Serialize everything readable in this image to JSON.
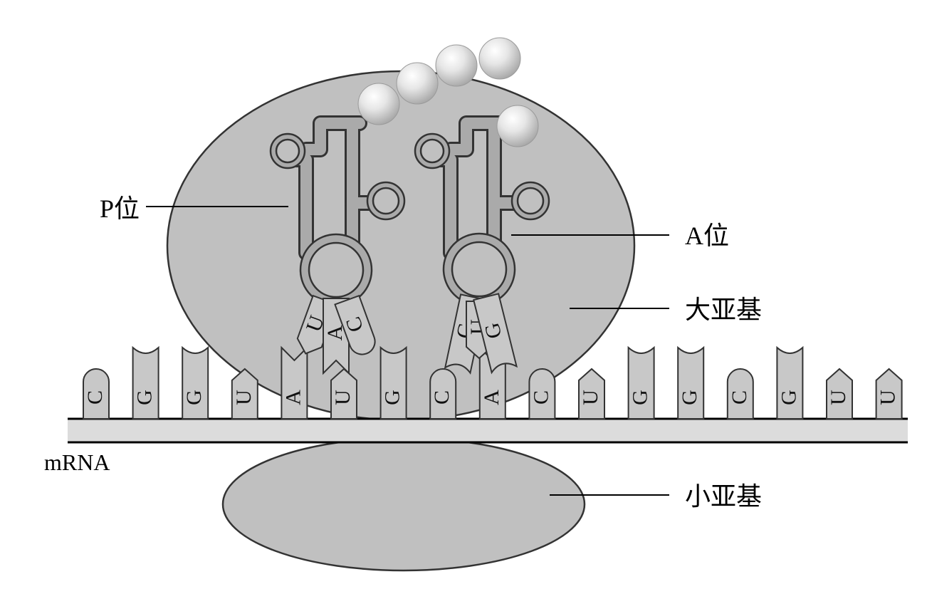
{
  "labels": {
    "p_site": "P位",
    "a_site": "A位",
    "large_subunit": "大亚基",
    "small_subunit": "小亚基",
    "mrna": "mRNA"
  },
  "mrna_bases": [
    "C",
    "G",
    "G",
    "U",
    "A",
    "U",
    "G",
    "C",
    "A",
    "C",
    "U",
    "G",
    "G",
    "C",
    "G",
    "U",
    "U"
  ],
  "trna_p_anticodon": [
    "U",
    "A",
    "C"
  ],
  "trna_a_anticodon": [
    "G",
    "U",
    "G"
  ],
  "amino_acid_chain_count": 4,
  "incoming_amino_acid_count": 1,
  "colors": {
    "subunit": "#c0c0c0",
    "mrna_strip": "#dcdcdc",
    "base": "#c8c8c8",
    "trna": "#aaaaaa",
    "outline": "#333333"
  }
}
